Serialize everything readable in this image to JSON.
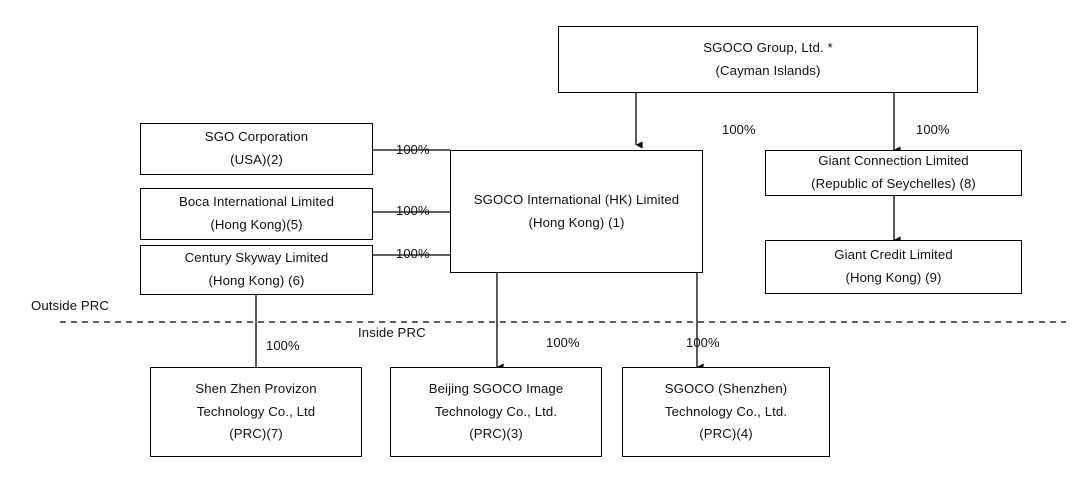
{
  "diagram": {
    "title": "SGOCO Group corporate ownership structure",
    "nodes": [
      {
        "id": "sgoco-group",
        "name": "sgoco-group-box",
        "lines": [
          "SGOCO Group, Ltd. *",
          "(Cayman Islands)"
        ]
      },
      {
        "id": "sgo-corporation",
        "name": "sgo-corporation-box",
        "lines": [
          "SGO Corporation",
          "(USA)(2)"
        ]
      },
      {
        "id": "boca-international",
        "name": "boca-international-limited-box",
        "lines": [
          "Boca International Limited",
          "(Hong Kong)(5)"
        ]
      },
      {
        "id": "century-skyway",
        "name": "century-skyway-limited-box",
        "lines": [
          "Century Skyway Limited",
          "(Hong Kong) (6)"
        ]
      },
      {
        "id": "sgoco-international",
        "name": "sgoco-international-hk-box",
        "lines": [
          "SGOCO International (HK) Limited",
          "(Hong Kong) (1)"
        ]
      },
      {
        "id": "giant-connection",
        "name": "giant-connection-limited-box",
        "lines": [
          "Giant Connection  Limited",
          "(Republic  of Seychelles)  (8)"
        ]
      },
      {
        "id": "giant-credit",
        "name": "giant-credit-limited-box",
        "lines": [
          "Giant Credit  Limited",
          "(Hong Kong)  (9)"
        ]
      },
      {
        "id": "shen-zhen-provizon",
        "name": "shen-zhen-provizon-box",
        "lines": [
          "Shen Zhen Provizon",
          "Technology Co., Ltd",
          "(PRC)(7)"
        ]
      },
      {
        "id": "beijing-sgoco-image",
        "name": "beijing-sgoco-image-box",
        "lines": [
          "Beijing SGOCO Image",
          "Technology Co., Ltd.",
          "(PRC)(3)"
        ]
      },
      {
        "id": "sgoco-shenzhen",
        "name": "sgoco-shenzhen-box",
        "lines": [
          "SGOCO (Shenzhen)",
          "Technology Co., Ltd.",
          "(PRC)(4)"
        ]
      }
    ],
    "percent_labels": [
      {
        "id": "pct-sgo-corporation",
        "text": "100%"
      },
      {
        "id": "pct-boca",
        "text": "100%"
      },
      {
        "id": "pct-century-skyway",
        "text": "100%"
      },
      {
        "id": "pct-sgoco-international",
        "text": "100%"
      },
      {
        "id": "pct-giant-connection",
        "text": "100%"
      },
      {
        "id": "pct-shen-zhen-provizon",
        "text": "100%"
      },
      {
        "id": "pct-beijing-sgoco",
        "text": "100%"
      },
      {
        "id": "pct-sgoco-shenzhen",
        "text": "100%"
      }
    ],
    "zone_labels": [
      {
        "id": "outside-prc",
        "text": "Outside PRC"
      },
      {
        "id": "inside-prc",
        "text": "Inside PRC"
      }
    ],
    "colors": {
      "border": "#000000",
      "text": "#111111",
      "background": "#ffffff",
      "connector": "#000000"
    }
  }
}
